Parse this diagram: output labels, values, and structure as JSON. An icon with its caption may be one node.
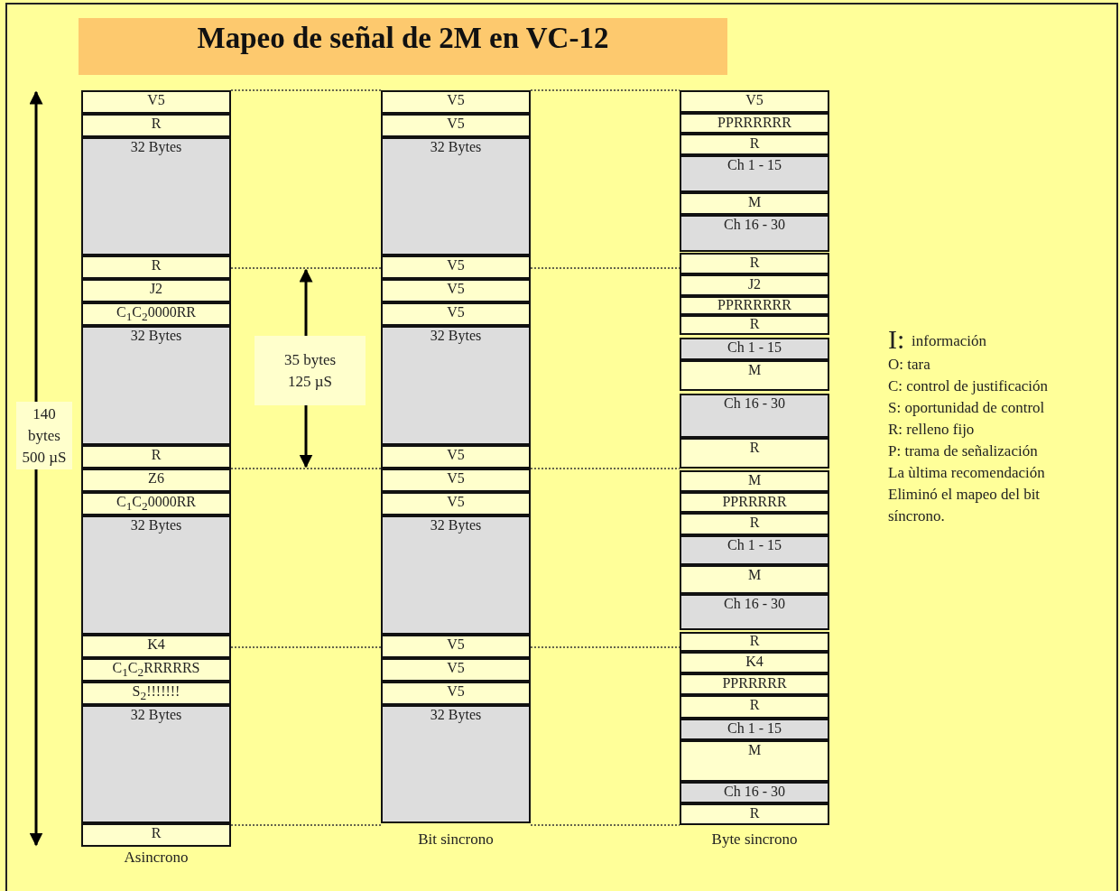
{
  "diagram": {
    "title": "Mapeo de señal de 2M en VC-12",
    "nodes": [
      {
        "text": [
          "140 bytes 500 µS"
        ]
      },
      {
        "text": [
          "V5"
        ]
      },
      {
        "text": [
          "R"
        ]
      },
      {
        "text": [
          "32 Bytes"
        ]
      },
      {
        "text": [
          "R"
        ]
      },
      {
        "text": [
          "J2"
        ]
      },
      {
        "text": [
          "C$_{1}$C$_{2}$0000RR"
        ]
      },
      {
        "text": [
          "32 Bytes"
        ]
      },
      {
        "text": [
          "R"
        ]
      },
      {
        "text": [
          "Z6"
        ]
      },
      {
        "text": [
          "C$_{1}$C$_{2}$0000RR"
        ]
      },
      {
        "text": [
          "32 Bytes"
        ]
      },
      {
        "text": [
          "K4"
        ]
      },
      {
        "text": [
          "C$_{1}$C$_{2}$RRRRRS"
        ]
      },
      {
        "text": [
          "S$_{2}$!!!!!!!"
        ]
      },
      {
        "text": [
          "32 Bytes"
        ]
      },
      {
        "text": [
          "R"
        ]
      },
      {
        "text": [
          "35 bytes 125 µS"
        ]
      },
      {
        "text": [
          "V5"
        ]
      },
      {
        "text": [
          "V5"
        ]
      },
      {
        "text": [
          "32 Bytes"
        ]
      },
      {
        "text": [
          "V5"
        ]
      },
      {
        "text": [
          "V5"
        ]
      },
      {
        "text": [
          "V5"
        ]
      },
      {
        "text": [
          "32 Bytes"
        ]
      },
      {
        "text": [
          "V5"
        ]
      },
      {
        "text": [
          "V5"
        ]
      },
      {
        "text": [
          "V5"
        ]
      },
      {
        "text": [
          "32 Bytes"
        ]
      },
      {
        "text": [
          "V5"
        ]
      },
      {
        "text": [
          "V5"
        ]
      },
      {
        "text": [
          "V5"
        ]
      },
      {
        "text": [
          "32 Bytes"
        ]
      },
      {
        "text": [
          "V5"
        ]
      },
      {
        "text": [
          "PPRRRRRR"
        ]
      },
      {
        "text": [
          "R"
        ]
      },
      {
        "text": [
          "Ch 1 - 15"
        ]
      },
      {
        "text": [
          "M"
        ]
      },
      {
        "text": [
          "Ch 16 - 30"
        ]
      },
      {
        "text": [
          "R"
        ]
      },
      {
        "text": [
          "J2"
        ]
      },
      {
        "text": [
          "PPRRRRRR"
        ]
      },
      {
        "text": [
          "R"
        ]
      },
      {
        "text": [
          "Ch 1 - 15"
        ]
      },
      {
        "text": [
          "M"
        ]
      },
      {
        "text": [
          "Ch 16 - 30"
        ]
      },
      {
        "text": [
          "R"
        ]
      },
      {
        "text": [
          "M"
        ]
      },
      {
        "text": [
          "PPRRRRR"
        ]
      },
      {
        "text": [
          "R"
        ]
      },
      {
        "text": [
          "Ch 1 - 15"
        ]
      },
      {
        "text": [
          "M"
        ]
      },
      {
        "text": [
          "Ch 16 - 30"
        ]
      },
      {
        "text": [
          "R"
        ]
      },
      {
        "text": [
          "K4"
        ]
      },
      {
        "text": [
          "PPRRRRR"
        ]
      },
      {
        "text": [
          "R"
        ]
      },
      {
        "text": [
          "Ch 1 - 15"
        ]
      },
      {
        "text": [
          "M"
        ]
      },
      {
        "text": [
          "Ch 16 - 30"
        ]
      },
      {
        "text": [
          "R"
        ]
      }
    ],
    "edges": [
      {
        "from": 1,
        "to": 18,
        "arrow": "none",
        "style": "dashed"
      },
      {
        "from": 4,
        "to": 21,
        "arrow": "none",
        "style": "dashed"
      },
      {
        "from": 8,
        "to": 25,
        "arrow": "none",
        "style": "dashed"
      },
      {
        "from": 12,
        "to": 29,
        "arrow": "none",
        "style": "dashed"
      },
      {
        "from": 16,
        "to": 32,
        "arrow": "none",
        "style": "dashed"
      },
      {
        "from": 18,
        "to": 33,
        "arrow": "none",
        "style": "dashed"
      },
      {
        "from": 21,
        "to": 39,
        "arrow": "none",
        "style": "dashed"
      },
      {
        "from": 25,
        "to": 46,
        "arrow": "none",
        "style": "dashed"
      },
      {
        "from": 29,
        "to": 53,
        "arrow": "none",
        "style": "dashed"
      },
      {
        "from": 32,
        "to": 60,
        "arrow": "none",
        "style": "dashed"
      }
    ],
    "labels": [
      "Asincrono",
      "Bit sincrono",
      "Byte sincrono",
      "I:",
      "información",
      "O: tara",
      "C: control de justificación",
      "S: oportunidad de control",
      "R: relleno fijo",
      "P: trama de señalización",
      "La ùltima recomendación",
      "Eliminó el mapeo del bit",
      "síncrono."
    ]
  }
}
